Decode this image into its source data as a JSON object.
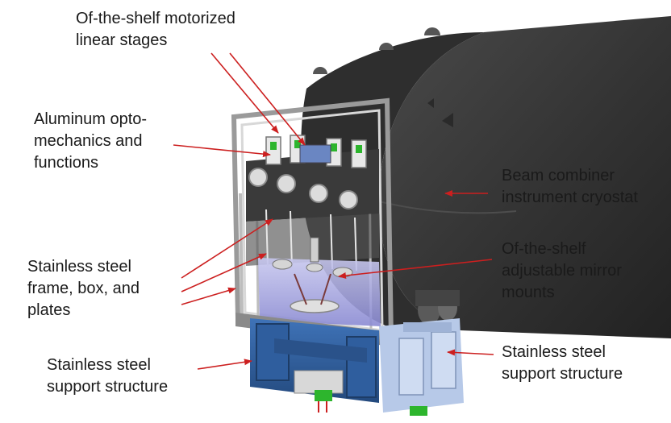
{
  "labels": {
    "linear_stages": [
      "Of-the-shelf motorized",
      "linear stages"
    ],
    "opto_mechanics": [
      "Aluminum opto-",
      "mechanics and",
      "functions"
    ],
    "cryostat": [
      "Beam combiner",
      "instrument cryostat"
    ],
    "frame_box_plates": [
      "Stainless steel",
      "frame, box, and",
      "plates"
    ],
    "mirror_mounts": [
      "Of-the-shelf",
      "adjustable mirror",
      "mounts"
    ],
    "support_left": [
      "Stainless steel",
      "support structure"
    ],
    "support_right": [
      "Stainless steel",
      "support structure"
    ]
  },
  "colors": {
    "arrow": "#cc1f1f",
    "cryostat": "#3a3a3a",
    "frame": "#c9c9c9",
    "support_blue": "#2f5e9e",
    "panel_blue": "#8f8fd6",
    "connector_green": "#2db52d"
  }
}
